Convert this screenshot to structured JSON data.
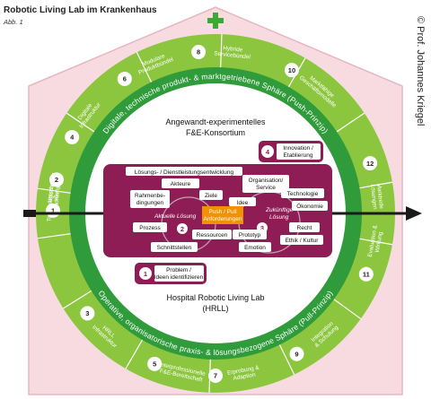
{
  "header": {
    "title": "Robotic Living Lab im Krankenhaus",
    "subtitle": "Abb. 1"
  },
  "copyright": "© Prof. Johannes Kriegel",
  "upper_ring_label": "Digitale, technische produkt- & marktgetriebene Sphäre (Push-Prinzip)",
  "lower_ring_label": "Operative, organisatorische praxis- & lösungsbezogene Sphäre (Pull-Prinzip)",
  "segments": [
    {
      "num": "1",
      "lines": [
        "Handlungs-",
        "bereitschaft"
      ]
    },
    {
      "num": "2",
      "lines": [
        "Technologische",
        "Optionen"
      ]
    },
    {
      "num": "3",
      "lines": [
        "HRLL",
        "Infrastruktur"
      ]
    },
    {
      "num": "4",
      "lines": [
        "Digitale",
        "Infrastruktur"
      ]
    },
    {
      "num": "5",
      "lines": [
        "Interprofessionelle",
        "F&E-Bereitschaft"
      ]
    },
    {
      "num": "6",
      "lines": [
        "Modulare",
        "Produktbündel"
      ]
    },
    {
      "num": "7",
      "lines": [
        "Erprobung &",
        "Adaption"
      ]
    },
    {
      "num": "8",
      "lines": [
        "Hybride",
        "Servicebündel"
      ]
    },
    {
      "num": "9",
      "lines": [
        "Integration",
        "& Schulung"
      ]
    },
    {
      "num": "10",
      "lines": [
        "Marktfähige",
        "Geschäftsmodelle"
      ]
    },
    {
      "num": "11",
      "lines": [
        "Evaluation &",
        "Wirkung"
      ]
    },
    {
      "num": "12",
      "lines": [
        "Marktreife",
        "Lösungen"
      ]
    }
  ],
  "center": {
    "top_title": [
      "Angewandt-experimentelles",
      "F&E-Konsortium"
    ],
    "bottom_title": [
      "Hospital Robotic Living Lab",
      "(HRLL)"
    ],
    "innovation": [
      "Innovation /",
      "Etablierung"
    ],
    "problem": [
      "Problem /",
      "Ideen identifizieren"
    ],
    "header_box": "Lösungs- / Dienstleistungsentwicklung",
    "aktuelle": "Aktuelle Lösung",
    "zukuenftige": [
      "Zukünftige",
      "Lösung"
    ],
    "push_pull": [
      "Push / Pull",
      "Anforderungen"
    ],
    "step_numbers": [
      "1",
      "2",
      "3",
      "4"
    ],
    "boxes": {
      "akteure": "Akteure",
      "ziele": "Ziele",
      "rahmen": [
        "Rahmenbe-",
        "dingungen"
      ],
      "prozess": "Prozess",
      "schnittstellen": "Schnittstellen",
      "ressourcen": "Ressourcen",
      "idee": "Idee",
      "organisation": [
        "Organisation/",
        "Service"
      ],
      "technologie": "Technologie",
      "oekonomie": "Ökonomie",
      "recht": "Recht",
      "prototyp": "Prototyp",
      "ethik": "Ethik / Kultur",
      "emotion": "Emotion"
    }
  },
  "colors": {
    "outer_ring": "#8cc63f",
    "inner_ring": "#2f9b3a",
    "house": "#f7dbe0",
    "house_border": "#e7b7c1",
    "center_box": "#8e1d55",
    "orange": "#f39200",
    "plus": "#3aaa35"
  }
}
